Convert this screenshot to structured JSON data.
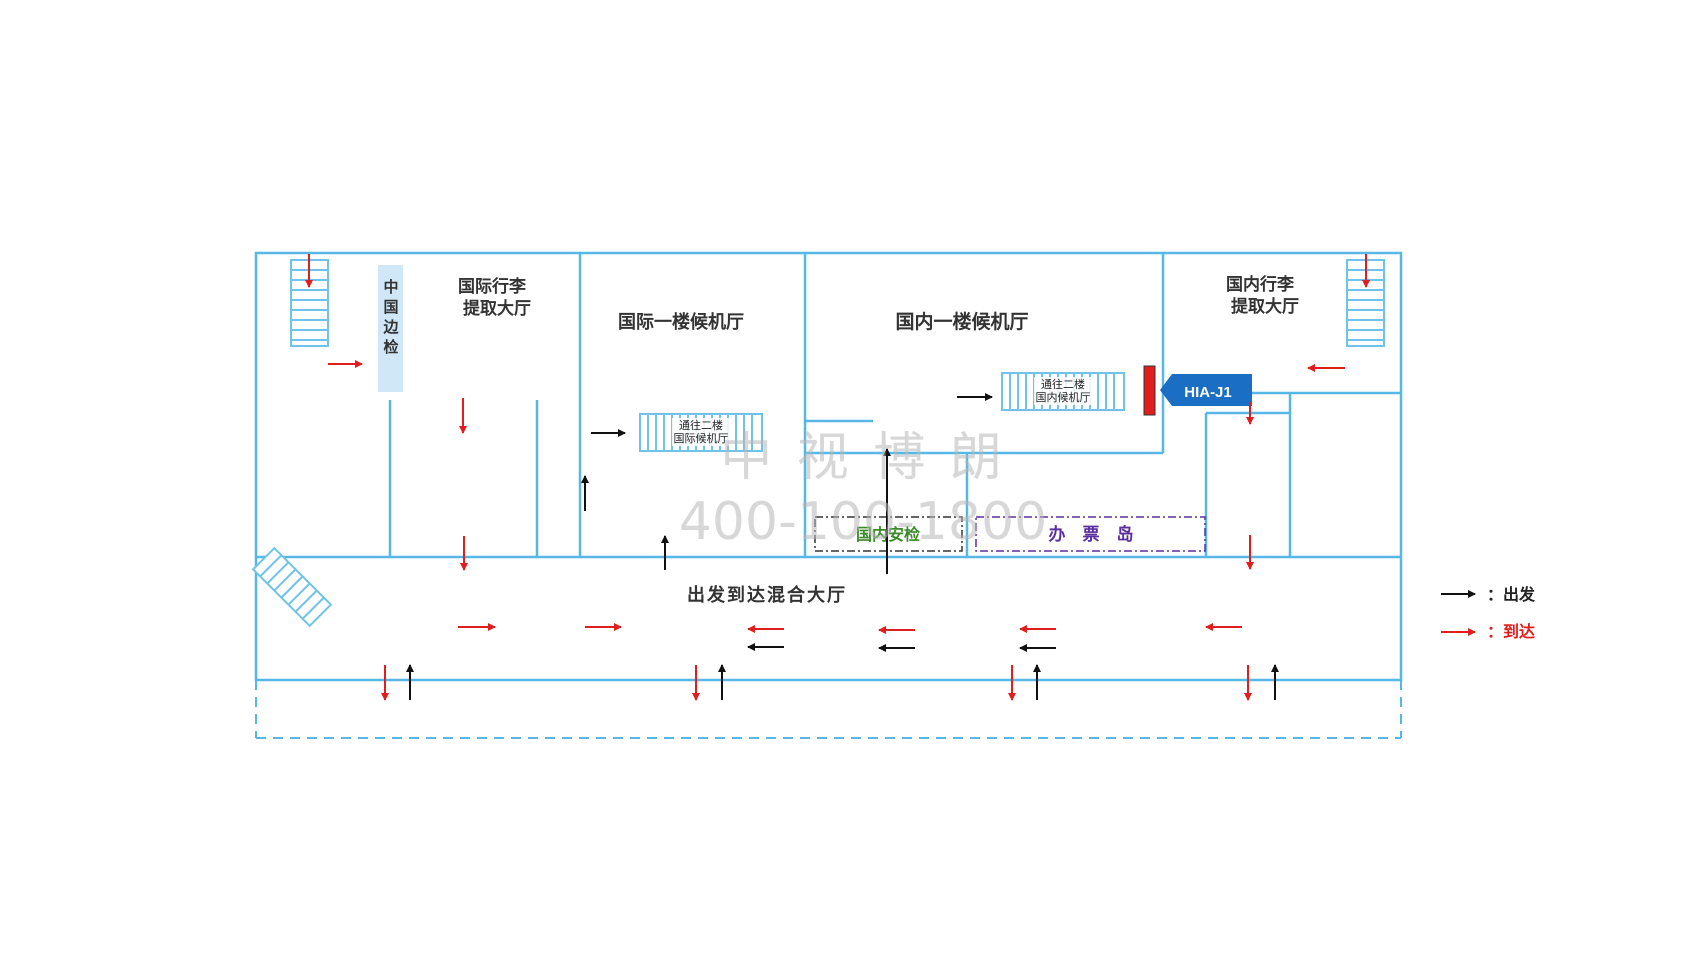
{
  "areas": {
    "china_border": [
      "中",
      "国",
      "边",
      "检"
    ],
    "intl_baggage": [
      "国际行李",
      "提取大厅"
    ],
    "intl_lounge": "国际一楼候机厅",
    "dom_lounge": "国内一楼候机厅",
    "dom_baggage": [
      "国内行李",
      "提取大厅"
    ],
    "dom_security": "国内安检",
    "ticket_island": "办　票　岛",
    "hall": "出发到达混合大厅"
  },
  "stairs": {
    "to_intl": [
      "通往二楼",
      "国际候机厅"
    ],
    "to_dom": [
      "通往二楼",
      "国内候机厅"
    ]
  },
  "marker": {
    "label": "HIA-J1",
    "color": "#1a6fc4",
    "post_color": "#e01e1e"
  },
  "watermark": {
    "name": "中 视 博 朗",
    "phone": "400-100-1800"
  },
  "legend": {
    "departure": "：出发",
    "arrival": "：到达",
    "departure_color": "#111111",
    "arrival_color": "#e01e1e"
  },
  "colors": {
    "wall": "#55b8e6",
    "stair": "#6fc3ea",
    "border_panel": "#cfe7f7"
  }
}
